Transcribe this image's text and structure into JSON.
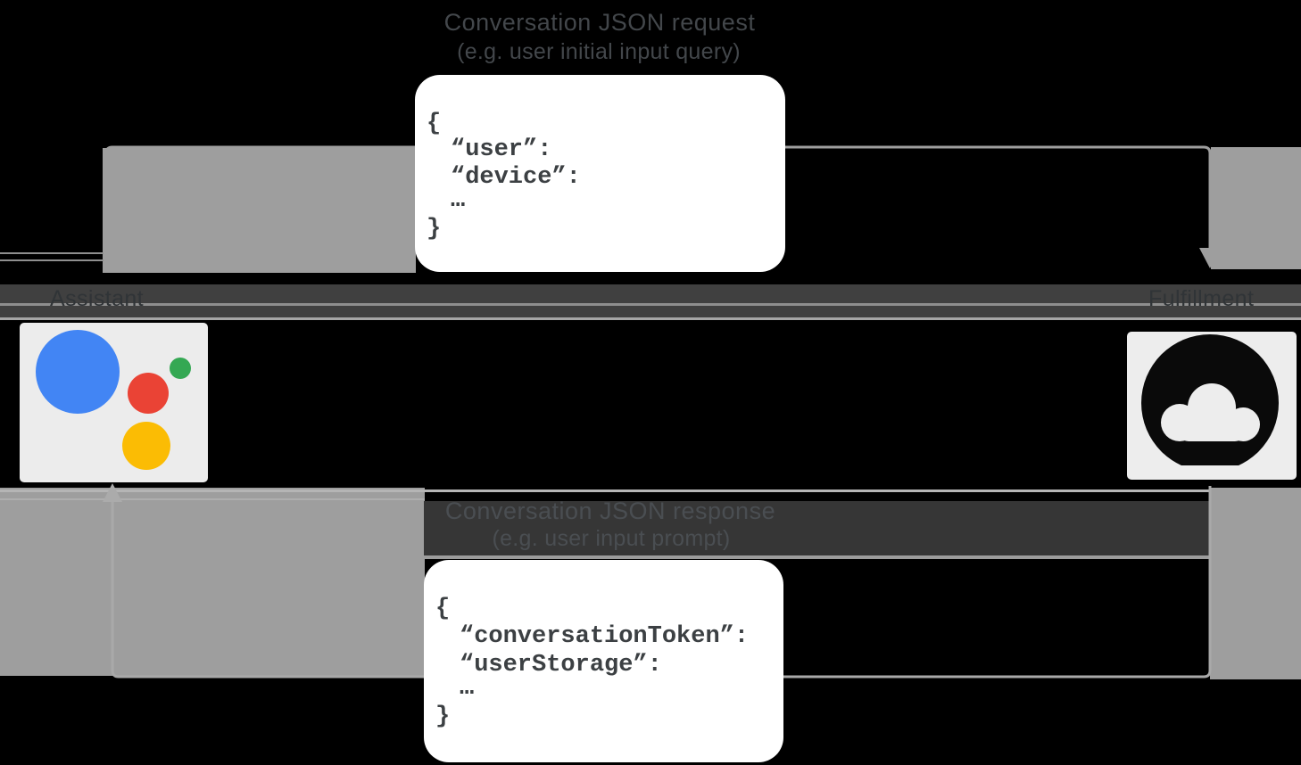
{
  "request_label": {
    "title": "Conversation JSON request",
    "subtitle": "(e.g. user initial input query)"
  },
  "response_label": {
    "title": "Conversation JSON response",
    "subtitle": "(e.g. user input prompt)"
  },
  "request_json": {
    "lines": [
      "{",
      "“user”:",
      "“device”:",
      "…",
      "}"
    ]
  },
  "response_json": {
    "lines": [
      "{",
      "“conversationToken”:",
      "“userStorage”:",
      "…",
      "}"
    ]
  },
  "actors": {
    "assistant": "Assistant",
    "fulfillment": "Fulfillment"
  },
  "icons": {
    "assistant": "google-assistant-logo",
    "fulfillment": "google-cloud-icon"
  },
  "colors": {
    "assistant_blue": "#4285f4",
    "assistant_red": "#ea4335",
    "assistant_yellow": "#fbbc04",
    "assistant_green": "#34a853",
    "arrow_gray": "#9e9e9e",
    "box_bg": "#ffffff",
    "box_text": "#3c4043",
    "card_bg": "#ececec",
    "cloud_icon_black": "#0a0a0a",
    "page_bg": "#000000",
    "block_gray": "#9e9e9e"
  }
}
